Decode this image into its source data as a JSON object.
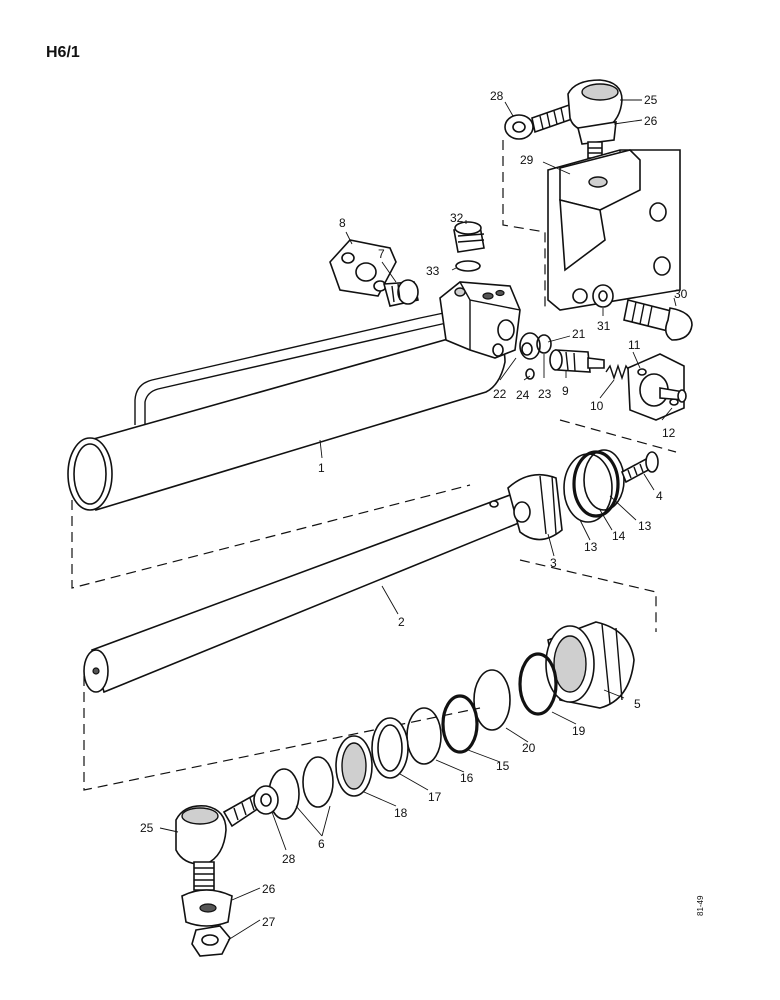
{
  "page_code": "H6/1",
  "reference_code": "81-49",
  "callouts": [
    {
      "id": "c1",
      "text": "1"
    },
    {
      "id": "c2",
      "text": "2"
    },
    {
      "id": "c3",
      "text": "3"
    },
    {
      "id": "c4",
      "text": "4"
    },
    {
      "id": "c5",
      "text": "5"
    },
    {
      "id": "c6",
      "text": "6"
    },
    {
      "id": "c7",
      "text": "7"
    },
    {
      "id": "c8",
      "text": "8"
    },
    {
      "id": "c9",
      "text": "9"
    },
    {
      "id": "c10",
      "text": "10"
    },
    {
      "id": "c11",
      "text": "11"
    },
    {
      "id": "c12",
      "text": "12"
    },
    {
      "id": "c13a",
      "text": "13"
    },
    {
      "id": "c13b",
      "text": "13"
    },
    {
      "id": "c14",
      "text": "14"
    },
    {
      "id": "c15",
      "text": "15"
    },
    {
      "id": "c16",
      "text": "16"
    },
    {
      "id": "c17",
      "text": "17"
    },
    {
      "id": "c18",
      "text": "18"
    },
    {
      "id": "c19",
      "text": "19"
    },
    {
      "id": "c20",
      "text": "20"
    },
    {
      "id": "c21",
      "text": "21"
    },
    {
      "id": "c22",
      "text": "22"
    },
    {
      "id": "c23",
      "text": "23"
    },
    {
      "id": "c24",
      "text": "24"
    },
    {
      "id": "c25a",
      "text": "25"
    },
    {
      "id": "c25b",
      "text": "25"
    },
    {
      "id": "c26a",
      "text": "26"
    },
    {
      "id": "c26b",
      "text": "26"
    },
    {
      "id": "c27",
      "text": "27"
    },
    {
      "id": "c28a",
      "text": "28"
    },
    {
      "id": "c28b",
      "text": "28"
    },
    {
      "id": "c29",
      "text": "29"
    },
    {
      "id": "c30",
      "text": "30"
    },
    {
      "id": "c31",
      "text": "31"
    },
    {
      "id": "c32",
      "text": "32"
    },
    {
      "id": "c33",
      "text": "33"
    }
  ]
}
